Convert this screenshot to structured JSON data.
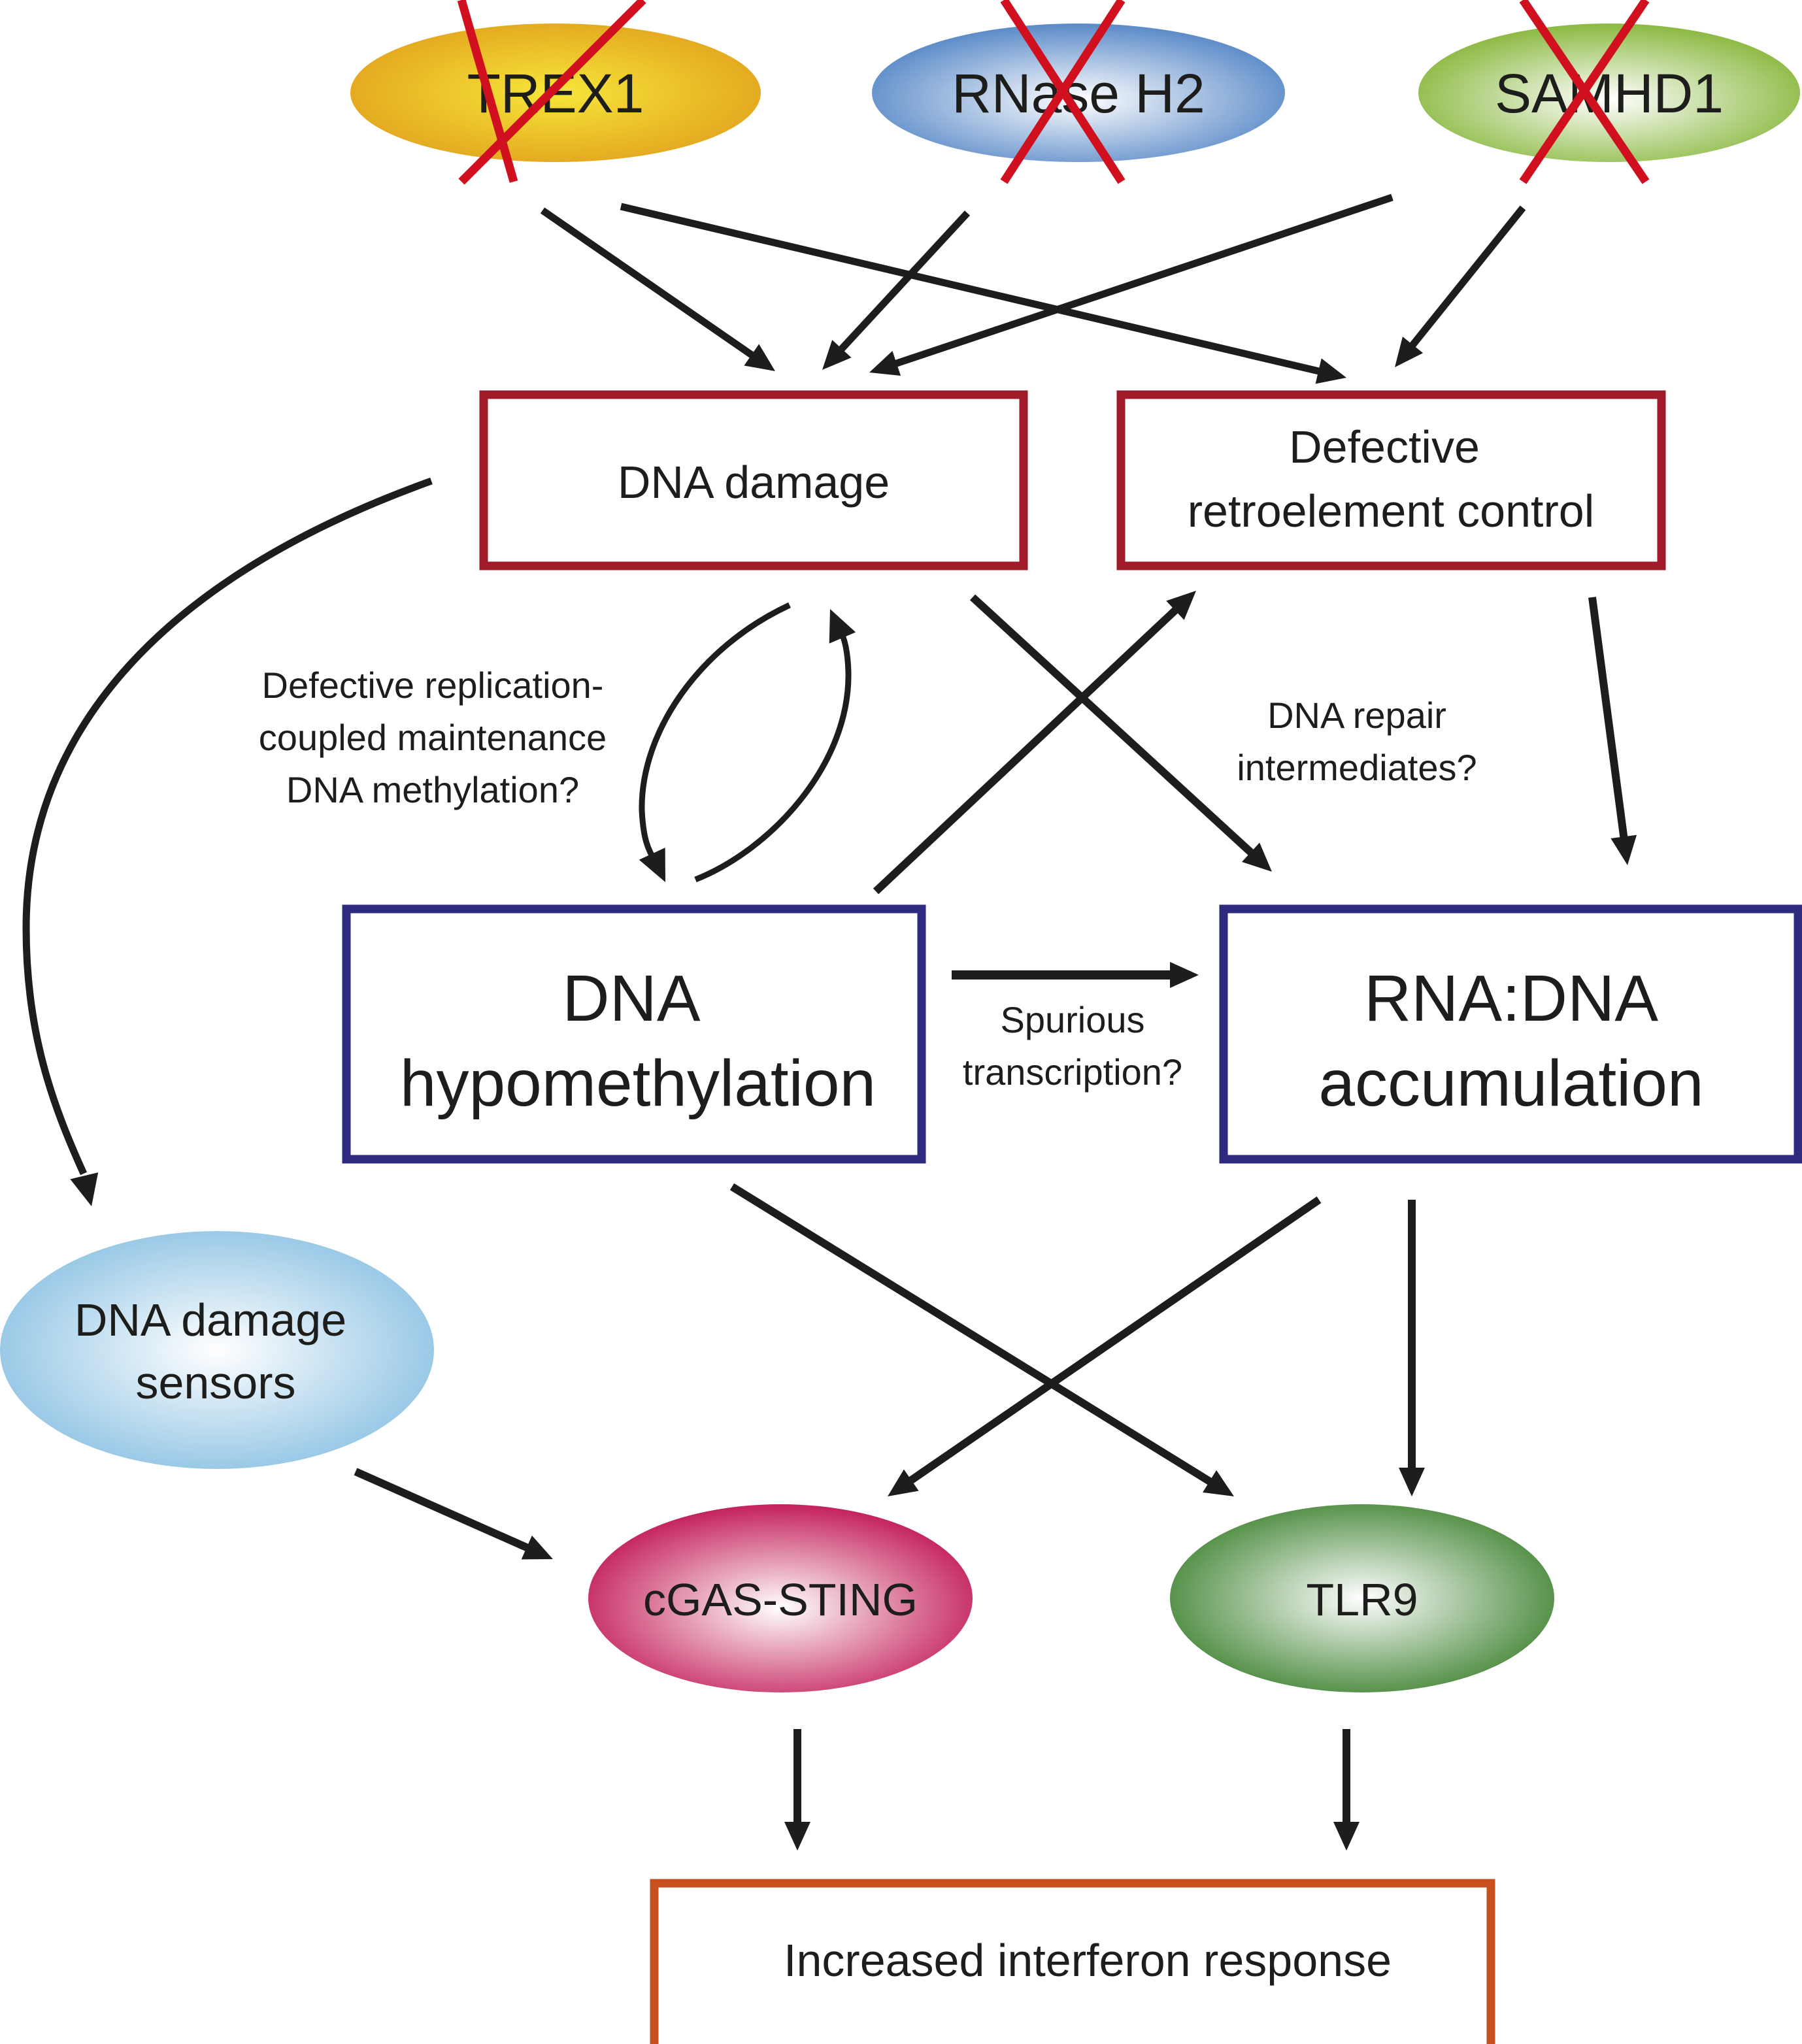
{
  "diagram": {
    "title": "Nucleic acid sensing pathway leading to increased interferon response",
    "colors": {
      "deleted_mark": "#d0101e",
      "red_box_border": "#a11a2a",
      "blue_box_border": "#2e2a7e",
      "orange_box_border": "#c8501e",
      "arrow": "#1d1d1b",
      "trex1_fill": "#e6a51f",
      "rnaseh2_fill": "#5b8cc9",
      "samhd1_fill": "#8dba45",
      "sensors_fill": "#92c6e6",
      "cgas_fill": "#c4245f",
      "tlr9_fill": "#4a8a3e"
    },
    "genes": [
      {
        "id": "trex1",
        "label": "TREX1",
        "status": "deleted"
      },
      {
        "id": "rnaseh2",
        "label": "RNase H2",
        "status": "deleted"
      },
      {
        "id": "samhd1",
        "label": "SAMHD1",
        "status": "deleted"
      }
    ],
    "boxes": {
      "dna_damage": {
        "label": "DNA damage"
      },
      "retro": {
        "line1": "Defective",
        "line2": "retroelement control"
      },
      "hypomethylation": {
        "line1": "DNA",
        "line2": "hypomethylation"
      },
      "rnadna": {
        "line1": "RNA:DNA",
        "line2": "accumulation"
      },
      "interferon": {
        "label": "Increased interferon response"
      }
    },
    "sensors": {
      "dna_damage_sensors": {
        "line1": "DNA damage",
        "line2": "sensors"
      },
      "cgas_sting": {
        "label": "cGAS-STING"
      },
      "tlr9": {
        "label": "TLR9"
      }
    },
    "annotations": {
      "maintenance": {
        "line1": "Defective replication-",
        "line2": "coupled maintenance",
        "line3": "DNA methylation?"
      },
      "repair": {
        "line1": "DNA repair",
        "line2": "intermediates?"
      },
      "spurious": {
        "line1": "Spurious",
        "line2": "transcription?"
      }
    },
    "edges": [
      {
        "from": "TREX1",
        "to": "DNA damage"
      },
      {
        "from": "TREX1",
        "to": "Defective retroelement control"
      },
      {
        "from": "RNase H2",
        "to": "DNA damage"
      },
      {
        "from": "SAMHD1",
        "to": "DNA damage"
      },
      {
        "from": "SAMHD1",
        "to": "Defective retroelement control"
      },
      {
        "from": "DNA damage",
        "to": "DNA damage sensors"
      },
      {
        "from": "DNA damage",
        "to": "DNA hypomethylation",
        "label": "Defective replication-coupled maintenance DNA methylation?"
      },
      {
        "from": "DNA hypomethylation",
        "to": "DNA damage"
      },
      {
        "from": "DNA damage",
        "to": "RNA:DNA accumulation",
        "label": "DNA repair intermediates?"
      },
      {
        "from": "DNA hypomethylation",
        "to": "Defective retroelement control"
      },
      {
        "from": "Defective retroelement control",
        "to": "RNA:DNA accumulation"
      },
      {
        "from": "DNA hypomethylation",
        "to": "RNA:DNA accumulation",
        "label": "Spurious transcription?"
      },
      {
        "from": "DNA hypomethylation",
        "to": "TLR9"
      },
      {
        "from": "RNA:DNA accumulation",
        "to": "cGAS-STING"
      },
      {
        "from": "RNA:DNA accumulation",
        "to": "TLR9"
      },
      {
        "from": "DNA damage sensors",
        "to": "cGAS-STING"
      },
      {
        "from": "cGAS-STING",
        "to": "Increased interferon response"
      },
      {
        "from": "TLR9",
        "to": "Increased interferon response"
      }
    ]
  }
}
